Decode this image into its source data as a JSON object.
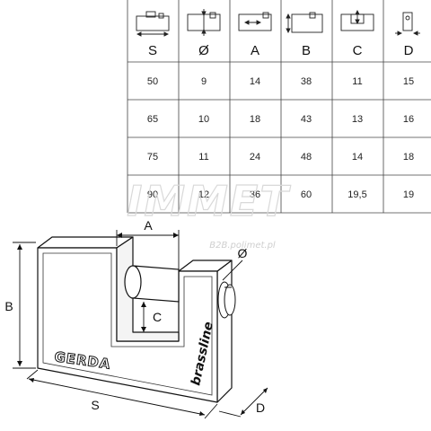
{
  "watermark": {
    "logo": "IMMET",
    "sub": "B2B.polimet.pl"
  },
  "table": {
    "columns": [
      "S",
      "Ø",
      "A",
      "B",
      "C",
      "D"
    ],
    "icons": [
      "dim-s-icon",
      "dim-diameter-icon",
      "dim-a-icon",
      "dim-b-icon",
      "dim-c-icon",
      "dim-d-icon"
    ],
    "rows": [
      [
        "50",
        "9",
        "14",
        "38",
        "11",
        "15"
      ],
      [
        "65",
        "10",
        "18",
        "43",
        "13",
        "16"
      ],
      [
        "75",
        "11",
        "24",
        "48",
        "14",
        "18"
      ],
      [
        "90",
        "12",
        "36",
        "60",
        "19,5",
        "19"
      ]
    ]
  },
  "drawing": {
    "labels": {
      "a": "A",
      "b": "B",
      "c": "C",
      "d": "D",
      "s": "S",
      "diameter": "Ø"
    },
    "brand": "GERDA",
    "model": "brassline"
  }
}
